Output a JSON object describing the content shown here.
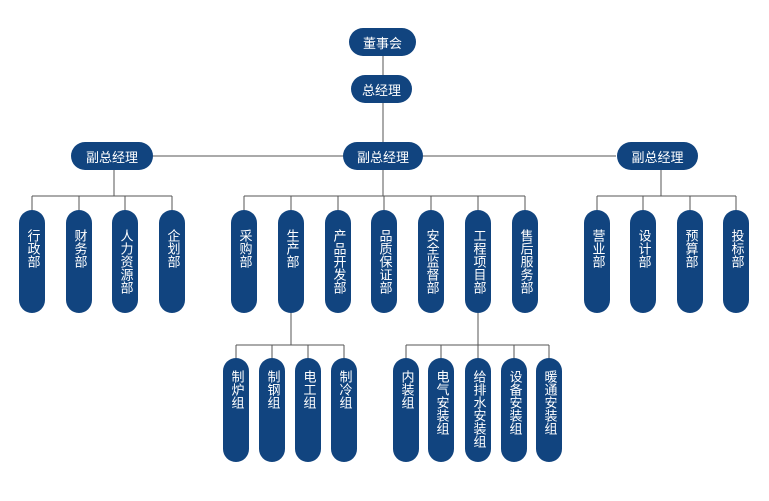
{
  "board": "董事会",
  "gm": "总经理",
  "vps": [
    "副总经理",
    "副总经理",
    "副总经理"
  ],
  "depts_left": [
    "行政部",
    "财务部",
    "人力资源部",
    "企划部"
  ],
  "depts_mid": [
    "采购部",
    "生产部",
    "产品开发部",
    "品质保证部",
    "安全监督部",
    "工程项目部",
    "售后服务部"
  ],
  "depts_right": [
    "营业部",
    "设计部",
    "预算部",
    "投标部"
  ],
  "groups_production": [
    "制炉组",
    "制钢组",
    "电工组",
    "制冷组"
  ],
  "groups_engineering": [
    "内装组",
    "电气安装组",
    "给排水安装组",
    "设备安装组",
    "暖通安装组"
  ],
  "colors": {
    "node": "#11447f",
    "line": "#555555",
    "text": "#ffffff"
  }
}
